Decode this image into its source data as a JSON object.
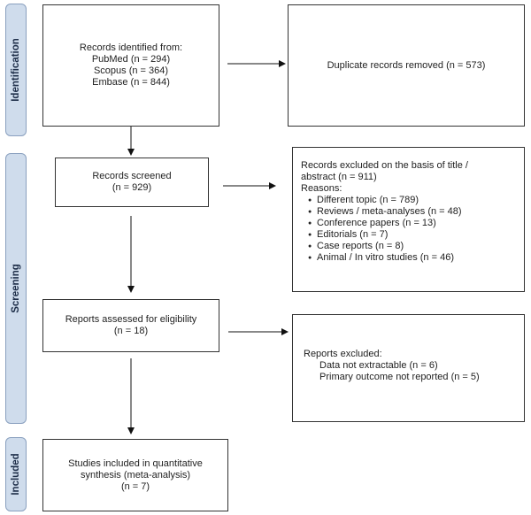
{
  "phases": {
    "identification": "Identification",
    "screening": "Screening",
    "included": "Included"
  },
  "boxes": {
    "records_identified": {
      "heading": "Records identified from:",
      "lines": [
        "PubMed (n = 294)",
        "Scopus (n = 364)",
        "Embase (n = 844)"
      ]
    },
    "duplicates_removed": "Duplicate records removed (n = 573)",
    "records_screened": {
      "line1": "Records screened",
      "line2": "(n = 929)"
    },
    "excluded_title_abstract": {
      "line1": "Records excluded on the basis of title /",
      "line2": "abstract (n = 911)",
      "reasons_label": "Reasons:",
      "reasons": [
        "Different topic (n = 789)",
        "Reviews / meta-analyses (n = 48)",
        "Conference papers (n = 13)",
        "Editorials (n = 7)",
        "Case reports (n = 8)",
        "Animal / In vitro studies (n = 46)"
      ]
    },
    "reports_assessed": {
      "line1": "Reports assessed for eligibility",
      "line2": "(n = 18)"
    },
    "reports_excluded": {
      "heading": "Reports excluded:",
      "lines": [
        "Data not extractable (n = 6)",
        "Primary outcome not reported (n = 5)"
      ]
    },
    "studies_included": {
      "lines": [
        "Studies included in quantitative",
        "synthesis (meta-analysis)",
        "(n = 7)"
      ]
    }
  }
}
